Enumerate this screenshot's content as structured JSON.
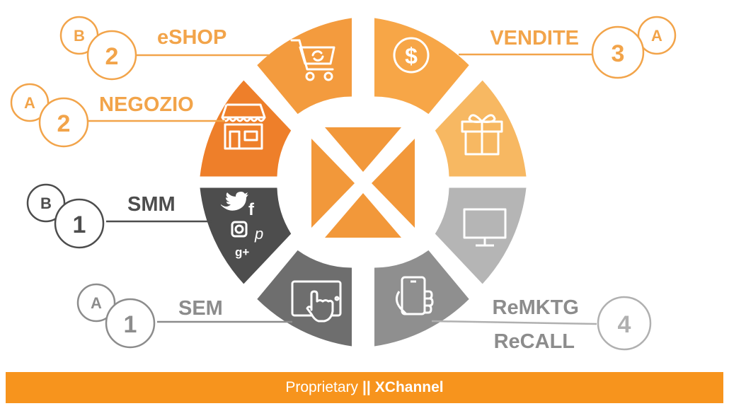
{
  "colors": {
    "orange_dark": "#ee7f2a",
    "orange_mid": "#f39b3e",
    "orange_light": "#f7b15a",
    "orange_text": "#f2a44a",
    "gray_dark": "#4d4d4d",
    "gray_mid": "#8c8c8c",
    "gray_light": "#b0b0b0",
    "footer": "#f7941d"
  },
  "channels": [
    {
      "id": "eshop",
      "label": "eSHOP",
      "number": "2",
      "letter": "B",
      "icon": "cart-icon"
    },
    {
      "id": "negozio",
      "label": "NEGOZIO",
      "number": "2",
      "letter": "A",
      "icon": "store-icon"
    },
    {
      "id": "smm",
      "label": "SMM",
      "number": "1",
      "letter": "B",
      "icon": "social-icons"
    },
    {
      "id": "sem",
      "label": "SEM",
      "number": "1",
      "letter": "A",
      "icon": "tablet-touch-icon"
    },
    {
      "id": "vendite",
      "label": "VENDITE",
      "number": "3",
      "letter": "A",
      "icon": "dollar-icon"
    },
    {
      "id": "remktg",
      "label": "ReMKTG",
      "label2": "ReCALL",
      "number": "4",
      "icon": "smartphone-hand-icon"
    }
  ],
  "segment_icons": {
    "gift": "gift-icon",
    "monitor": "monitor-icon",
    "center": "x-logo"
  },
  "social_glyphs": [
    "twitter",
    "f",
    "instagram",
    "pinterest",
    "g+"
  ],
  "footer": {
    "left": "Proprietary",
    "sep": "||",
    "brand": "XChannel"
  }
}
